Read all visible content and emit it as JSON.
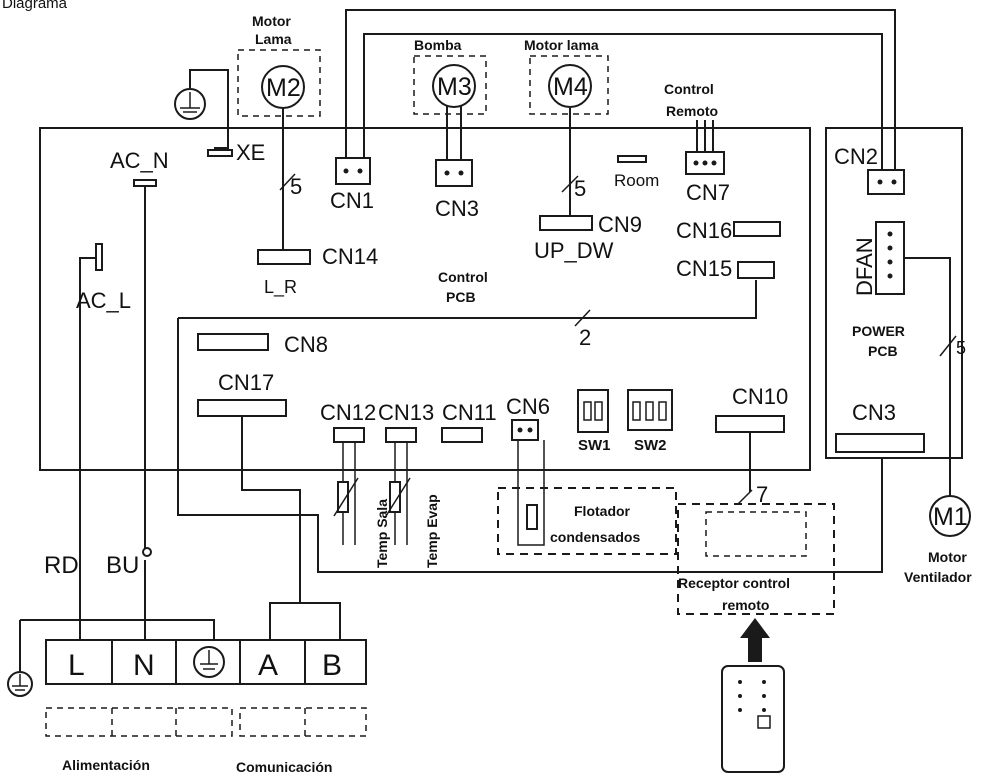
{
  "top_left_text": "Diagrama",
  "motors": {
    "m2": {
      "label_line1": "Motor",
      "label_line2": "Lama",
      "symbol": "M2"
    },
    "m3": {
      "label": "Bomba",
      "symbol": "M3"
    },
    "m4": {
      "label": "Motor lama",
      "symbol": "M4"
    },
    "m1": {
      "symbol": "M1",
      "label_line1": "Motor",
      "label_line2": "Ventilador"
    }
  },
  "control_remoto": {
    "line1": "Control",
    "line2": "Remoto"
  },
  "control_pcb": {
    "line1": "Control",
    "line2": "PCB"
  },
  "power_pcb": {
    "line1": "POWER",
    "line2": "PCB"
  },
  "connectors": {
    "cn1": "CN1",
    "cn2": "CN2",
    "cn3_ctrl": "CN3",
    "cn3_pwr": "CN3",
    "cn6": "CN6",
    "cn7": "CN7",
    "cn8": "CN8",
    "cn9": "CN9",
    "cn10": "CN10",
    "cn11": "CN11",
    "cn12": "CN12",
    "cn13": "CN13",
    "cn14": "CN14",
    "cn15": "CN15",
    "cn16": "CN16",
    "cn17": "CN17",
    "dfan": "DFAN",
    "room": "Room",
    "xe": "XE",
    "ac_n": "AC_N",
    "ac_l": "AC_L",
    "l_r": "L_R",
    "up_dw": "UP_DW",
    "sw1": "SW1",
    "sw2": "SW2"
  },
  "wire_counts": {
    "five_a": "5",
    "five_b": "5",
    "five_c": "5",
    "two": "2",
    "seven": "7"
  },
  "sensors": {
    "temp_sala": "Temp Sala",
    "temp_evap": "Temp Evap"
  },
  "flotador": {
    "line1": "Flotador",
    "line2": "condensados"
  },
  "receptor": {
    "line1": "Receptor control",
    "line2": "remoto"
  },
  "wire_colors": {
    "rd": "RD",
    "bu": "BU"
  },
  "terminals": {
    "l": "L",
    "n": "N",
    "a": "A",
    "b": "B"
  },
  "terminal_groups": {
    "alimentacion": "Alimentación",
    "comunicacion": "Comunicación"
  }
}
